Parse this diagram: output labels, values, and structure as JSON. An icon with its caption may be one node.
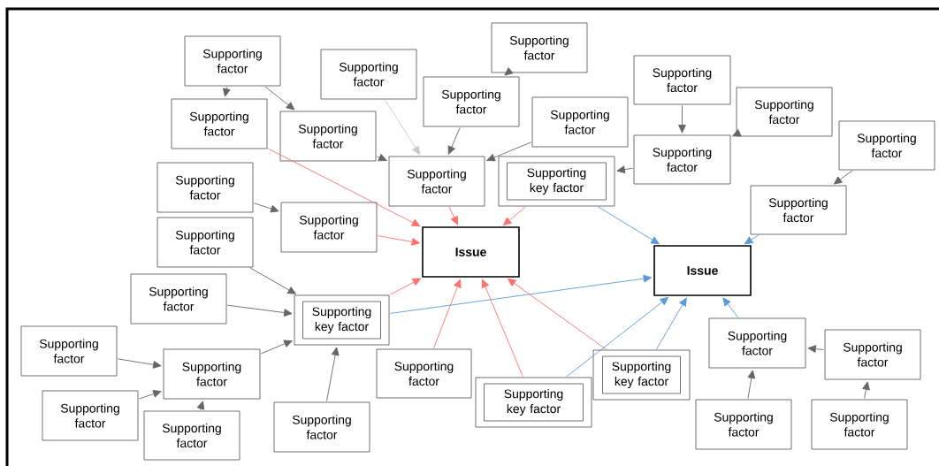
{
  "diagram": {
    "nodes": [
      {
        "text": [
          "Supporting factor"
        ]
      },
      {
        "text": [
          "Supporting factor"
        ]
      },
      {
        "text": [
          "Supporting factor"
        ]
      },
      {
        "text": [
          "Supporting factor"
        ]
      },
      {
        "text": [
          "Supporting factor"
        ]
      },
      {
        "text": [
          "Supporting factor"
        ]
      },
      {
        "text": [
          "Supporting factor"
        ]
      },
      {
        "text": [
          "Supporting factor"
        ]
      },
      {
        "text": [
          "Supporting factor"
        ]
      },
      {
        "text": [
          "Supporting key factor"
        ]
      },
      {
        "text": [
          "Supporting factor"
        ]
      },
      {
        "text": [
          "Supporting factor"
        ]
      },
      {
        "text": [
          "Supporting factor"
        ]
      },
      {
        "text": [
          "Supporting factor"
        ]
      },
      {
        "text": [
          "Supporting factor"
        ]
      },
      {
        "text": [
          "Supporting factor"
        ]
      },
      {
        "text": [
          "Supporting factor"
        ]
      },
      {
        "text": [
          "Supporting key factor"
        ]
      },
      {
        "text": [
          "Supporting factor"
        ]
      },
      {
        "text": [
          "Issue"
        ]
      },
      {
        "text": [
          "Supporting factor"
        ]
      },
      {
        "text": [
          "Supporting key factor"
        ]
      },
      {
        "text": [
          "Supporting key factor"
        ]
      },
      {
        "text": [
          "Supporting factor"
        ]
      },
      {
        "text": [
          "Supporting factor"
        ]
      },
      {
        "text": [
          "Supporting factor"
        ]
      },
      {
        "text": [
          "Supporting factor"
        ]
      },
      {
        "text": [
          "Supporting factor"
        ]
      },
      {
        "text": [
          "Issue"
        ]
      },
      {
        "text": [
          "Supporting factor"
        ]
      },
      {
        "text": [
          "Supporting factor"
        ]
      },
      {
        "text": [
          "Supporting factor"
        ]
      },
      {
        "text": [
          "Supporting factor"
        ]
      }
    ],
    "edges": [
      {
        "from": 0,
        "to": 1,
        "arrow": "to"
      },
      {
        "from": 0,
        "to": 11,
        "arrow": "to"
      },
      {
        "from": 12,
        "to": 16,
        "arrow": "to",
        "color": "#c8c8c8"
      },
      {
        "from": 11,
        "to": 16,
        "arrow": "to"
      },
      {
        "from": 13,
        "to": 16,
        "arrow": "to"
      },
      {
        "from": 15,
        "to": 16,
        "arrow": "to"
      },
      {
        "from": 14,
        "to": 13,
        "arrow": "to"
      },
      {
        "from": 23,
        "to": 24,
        "arrow": "to"
      },
      {
        "from": 25,
        "to": 24,
        "arrow": "to"
      },
      {
        "from": 24,
        "to": 17,
        "arrow": "to"
      },
      {
        "from": 26,
        "to": 27,
        "arrow": "to"
      },
      {
        "from": 2,
        "to": 18,
        "arrow": "to"
      },
      {
        "from": 3,
        "to": 9,
        "arrow": "to"
      },
      {
        "from": 4,
        "to": 9,
        "arrow": "to"
      },
      {
        "from": 7,
        "to": 9,
        "arrow": "to"
      },
      {
        "from": 5,
        "to": 7,
        "arrow": "to"
      },
      {
        "from": 6,
        "to": 7,
        "arrow": "to"
      },
      {
        "from": 8,
        "to": 7,
        "arrow": "to"
      },
      {
        "from": 10,
        "to": 9,
        "arrow": "to"
      },
      {
        "from": 30,
        "to": 29,
        "arrow": "to"
      },
      {
        "from": 31,
        "to": 29,
        "arrow": "to"
      },
      {
        "from": 32,
        "to": 30,
        "arrow": "to"
      },
      {
        "from": 1,
        "to": 19,
        "arrow": "to",
        "color": "#ff7070"
      },
      {
        "from": 16,
        "to": 19,
        "arrow": "to",
        "color": "#ff7070"
      },
      {
        "from": 17,
        "to": 19,
        "arrow": "to",
        "color": "#ff7070"
      },
      {
        "from": 18,
        "to": 19,
        "arrow": "to",
        "color": "#ff7070"
      },
      {
        "from": 9,
        "to": 19,
        "arrow": "to",
        "color": "#ff7070"
      },
      {
        "from": 20,
        "to": 19,
        "arrow": "to",
        "color": "#ff7070"
      },
      {
        "from": 21,
        "to": 19,
        "arrow": "to",
        "color": "#ff7070"
      },
      {
        "from": 22,
        "to": 19,
        "arrow": "to",
        "color": "#ff7070"
      },
      {
        "from": 17,
        "to": 28,
        "arrow": "to",
        "color": "#5b9bd5"
      },
      {
        "from": 27,
        "to": 28,
        "arrow": "to",
        "color": "#5b9bd5"
      },
      {
        "from": 9,
        "to": 28,
        "arrow": "to",
        "color": "#5b9bd5"
      },
      {
        "from": 21,
        "to": 28,
        "arrow": "to",
        "color": "#5b9bd5"
      },
      {
        "from": 22,
        "to": 28,
        "arrow": "to",
        "color": "#5b9bd5"
      },
      {
        "from": 29,
        "to": 28,
        "arrow": "to",
        "color": "#5b9bd5"
      }
    ]
  }
}
